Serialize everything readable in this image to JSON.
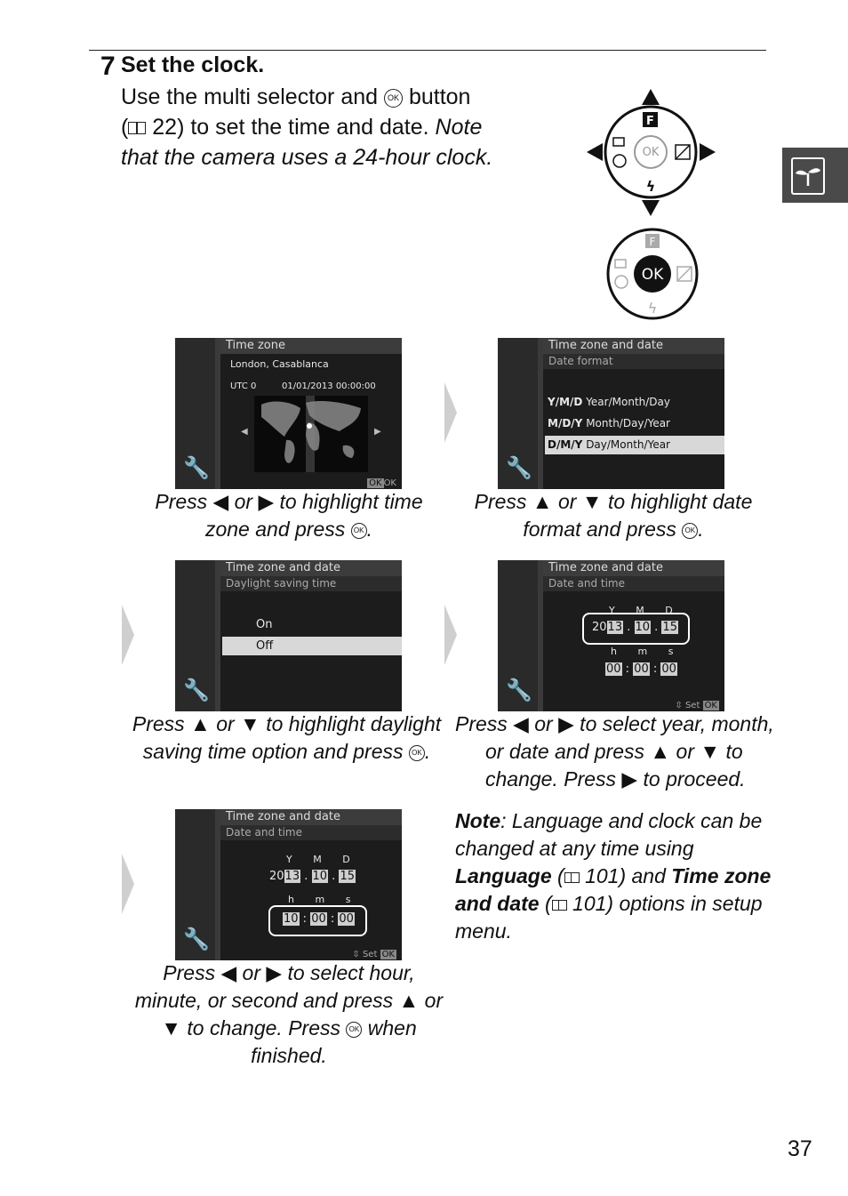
{
  "step": {
    "number": "7",
    "title": "Set the clock.",
    "line1_pre": "Use the multi selector and",
    "line1_post": "button",
    "line2_pre": "(",
    "line2_ref": "22) to set the time and date.",
    "line2_italic": "Note",
    "line3_italic": "that the camera uses a 24-hour clock."
  },
  "ok_glyph": "OK",
  "selector": {
    "top_icon": "F",
    "center": "OK"
  },
  "screens": {
    "time_zone": {
      "header": "Time zone",
      "city": "London, Casablanca",
      "utc": "UTC 0",
      "datetime": "01/01/2013 00:00:00",
      "footer": "OK"
    },
    "date_format": {
      "header": "Time zone and date",
      "subheader": "Date format",
      "options": [
        {
          "code": "Y/M/D",
          "label": "Year/Month/Day"
        },
        {
          "code": "M/D/Y",
          "label": "Month/Day/Year"
        },
        {
          "code": "D/M/Y",
          "label": "Day/Month/Year"
        }
      ]
    },
    "dst": {
      "header": "Time zone and date",
      "subheader": "Daylight saving time",
      "options": [
        "On",
        "Off"
      ]
    },
    "date_time": {
      "header": "Time zone and date",
      "subheader": "Date and time",
      "date_labels": [
        "Y",
        "M",
        "D"
      ],
      "year_pre": "20",
      "year": "13",
      "month": "10",
      "day": "15",
      "time_labels": [
        "h",
        "m",
        "s"
      ],
      "hour": "00",
      "minute": "00",
      "second": "00",
      "footer_set": "Set",
      "footer_ok": "OK"
    },
    "date_time_2": {
      "header": "Time zone and date",
      "subheader": "Date and time",
      "date_labels": [
        "Y",
        "M",
        "D"
      ],
      "year_pre": "20",
      "year": "13",
      "month": "10",
      "day": "15",
      "time_labels": [
        "h",
        "m",
        "s"
      ],
      "hour": "10",
      "minute": "00",
      "second": "00",
      "footer_set": "Set",
      "footer_ok": "OK"
    }
  },
  "captions": {
    "c1_l1": "Press ◀ or ▶ to highlight time",
    "c1_l2": "zone and press",
    "c2_l1": "Press ▲ or ▼ to highlight date",
    "c2_l2": "format and press",
    "c3_l1": "Press ▲ or ▼ to highlight daylight",
    "c3_l2": "saving time option and press",
    "c4_l1": "Press ◀ or ▶ to select year, month,",
    "c4_l2": "or date and press ▲ or ▼ to",
    "c4_l3": "change. Press ▶ to proceed.",
    "c5_l1": "Press ◀ or ▶ to select hour,",
    "c5_l2": "minute, or second and press ▲ or",
    "c5_l3": "▼ to change. Press",
    "c5_l3b": "when",
    "c5_l4": "finished."
  },
  "note": {
    "label": "Note",
    "text1": ": Language and clock can be changed at any time using",
    "language": "Language",
    "ref1": "101) and",
    "time_zone": "Time zone and date",
    "ref2": "101) options in setup menu."
  },
  "page_number": "37"
}
